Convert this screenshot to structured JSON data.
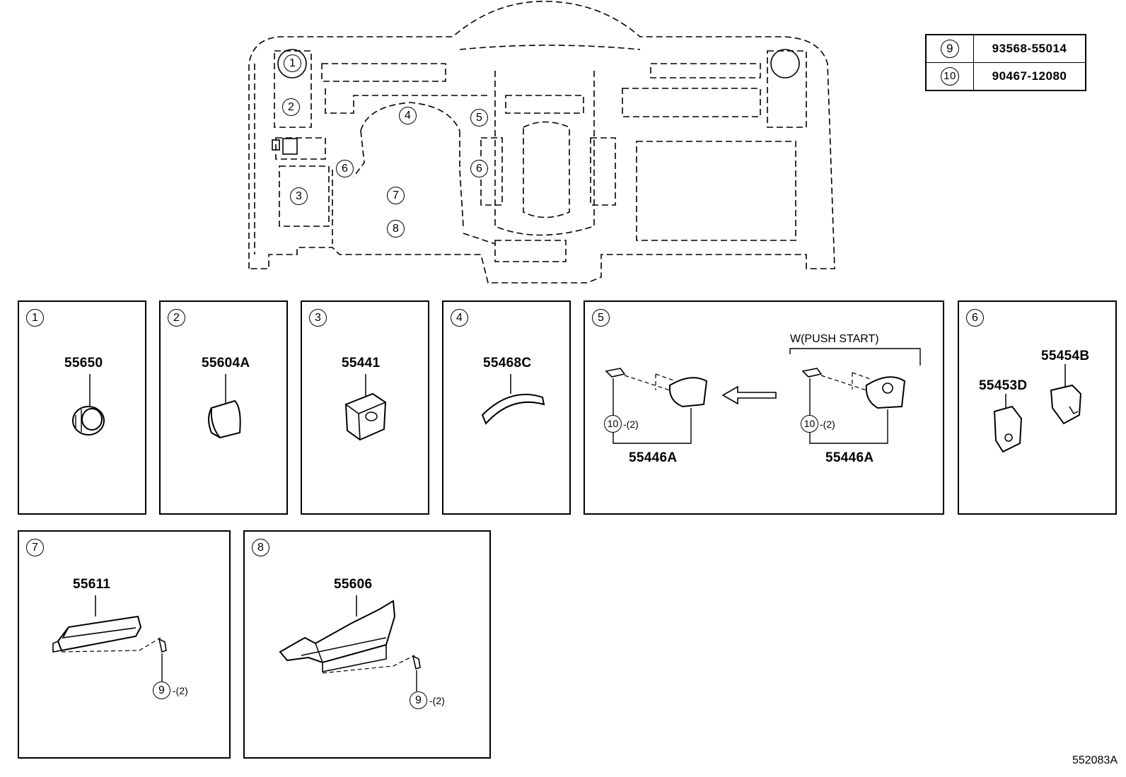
{
  "fastener_table": [
    {
      "ref": "9",
      "part_no": "93568-55014"
    },
    {
      "ref": "10",
      "part_no": "90467-12080"
    }
  ],
  "overview_callouts": [
    "1",
    "2",
    "3",
    "4",
    "5",
    "6",
    "6",
    "7",
    "8"
  ],
  "panels": [
    {
      "ref": "1",
      "part": "55650"
    },
    {
      "ref": "2",
      "part": "55604A"
    },
    {
      "ref": "3",
      "part": "55441"
    },
    {
      "ref": "4",
      "part": "55468C"
    },
    {
      "ref": "5",
      "part_left": "55446A",
      "part_right": "55446A",
      "variant": "W(PUSH START)",
      "fastener": "10",
      "qty": "-(2)"
    },
    {
      "ref": "6",
      "part_a": "55453D",
      "part_b": "55454B"
    },
    {
      "ref": "7",
      "part": "55611",
      "fastener": "9",
      "qty": "-(2)"
    },
    {
      "ref": "8",
      "part": "55606",
      "fastener": "9",
      "qty": "-(2)"
    }
  ],
  "diagram_code": "552083A"
}
